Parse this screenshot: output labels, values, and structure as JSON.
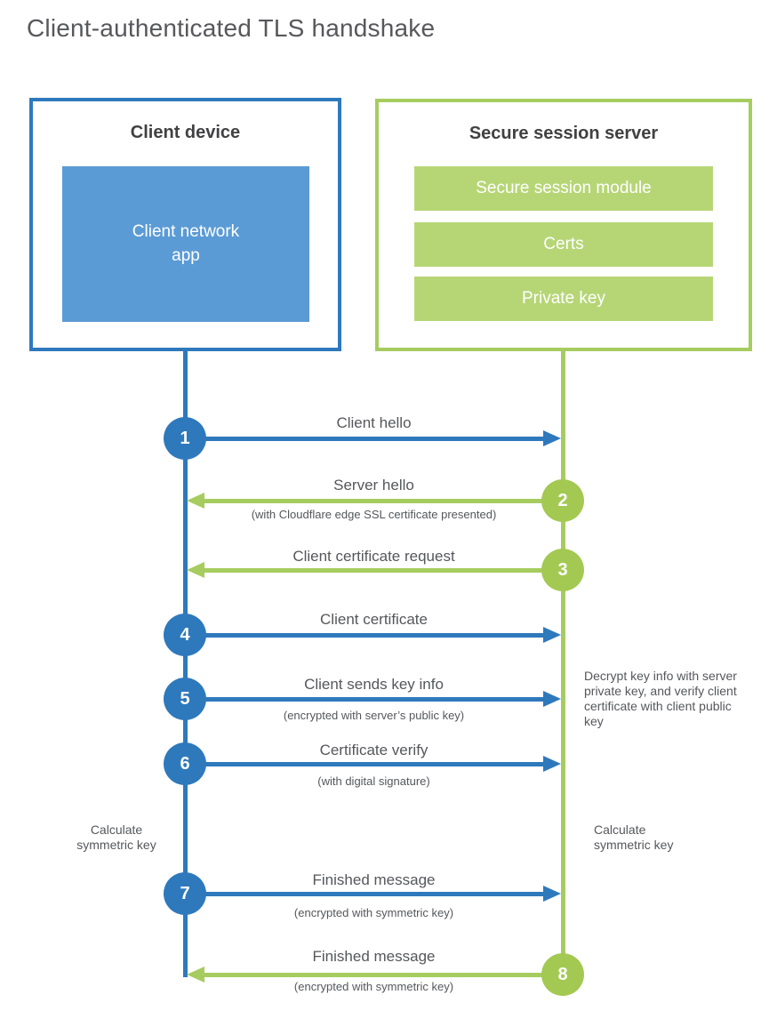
{
  "title": "Client-authenticated TLS handshake",
  "colors": {
    "blue": "#2e79bc",
    "blue_fill": "#5b9bd5",
    "green": "#a6cc5f",
    "green_fill": "#b6d676",
    "heading_text": "#414042",
    "body_text": "#55575b"
  },
  "client": {
    "title": "Client device",
    "app_label": "Client network\napp"
  },
  "server": {
    "title": "Secure session server",
    "modules": [
      "Secure session module",
      "Certs",
      "Private key"
    ]
  },
  "steps": [
    {
      "num": "1",
      "label": "Client hello",
      "sub": "",
      "direction": "right",
      "from": "client",
      "to": "server"
    },
    {
      "num": "2",
      "label": "Server hello",
      "sub": "(with Cloudflare edge SSL certificate presented)",
      "direction": "left",
      "from": "server",
      "to": "client"
    },
    {
      "num": "3",
      "label": "Client certificate request",
      "sub": "",
      "direction": "left",
      "from": "server",
      "to": "client"
    },
    {
      "num": "4",
      "label": "Client certificate",
      "sub": "",
      "direction": "right",
      "from": "client",
      "to": "server"
    },
    {
      "num": "5",
      "label": "Client sends key info",
      "sub": "(encrypted with server’s public key)",
      "direction": "right",
      "from": "client",
      "to": "server"
    },
    {
      "num": "6",
      "label": "Certificate verify",
      "sub": "(with digital signature)",
      "direction": "right",
      "from": "client",
      "to": "server"
    },
    {
      "num": "7",
      "label": "Finished message",
      "sub": "(encrypted with symmetric key)",
      "direction": "right",
      "from": "client",
      "to": "server"
    },
    {
      "num": "8",
      "label": "Finished message",
      "sub": "(encrypted with symmetric key)",
      "direction": "left",
      "from": "server",
      "to": "client"
    }
  ],
  "notes": {
    "decrypt": "Decrypt key info with server private key, and verify client certificate with client public key",
    "calc_left": "Calculate\nsymmetric key",
    "calc_right": "Calculate\nsymmetric key"
  }
}
